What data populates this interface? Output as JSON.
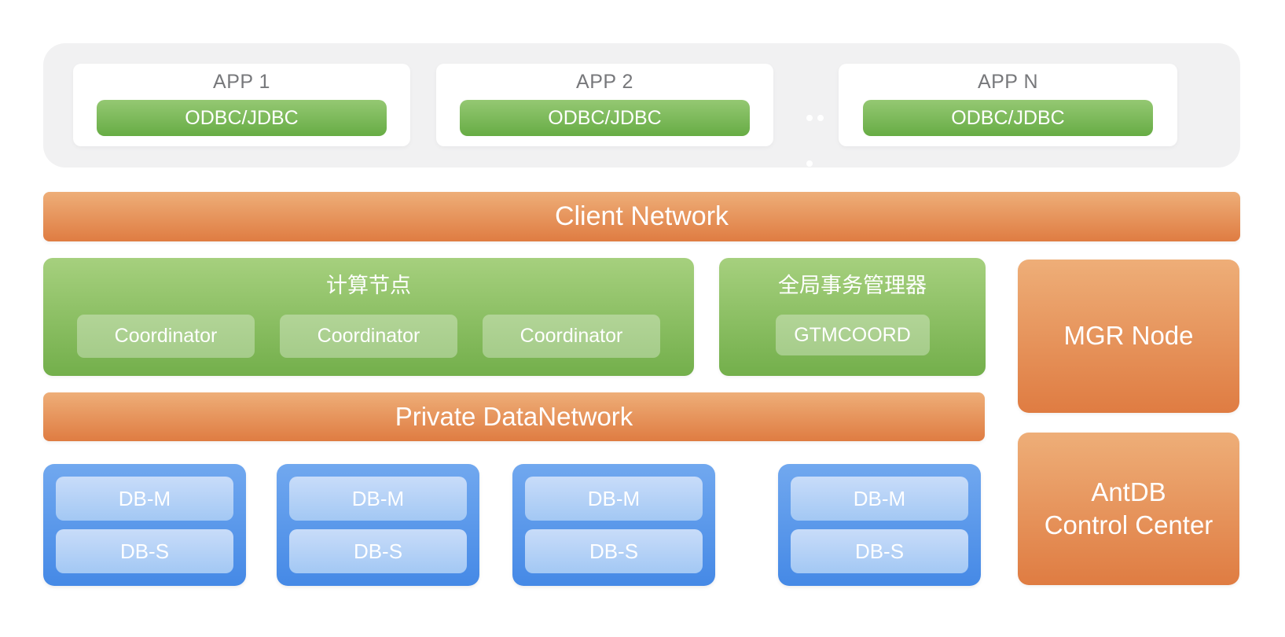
{
  "colors": {
    "page_bg": "#ffffff",
    "app_layer_bg": "#f1f1f2",
    "card_bg": "#ffffff",
    "app_title_text": "#77787b",
    "green_btn_top": "#95c873",
    "green_btn_bottom": "#67ac44",
    "green_box_top": "#a6d07e",
    "green_box_bottom": "#73af4b",
    "orange_top": "#eeae78",
    "orange_bottom": "#df7c42",
    "blue_box_top": "#71a8ef",
    "blue_box_bottom": "#4589e6",
    "blue_btn_top": "#c8dcf9",
    "blue_btn_bottom": "#a3c8f4",
    "white_text": "#ffffff"
  },
  "app_layer": {
    "apps": [
      {
        "title": "APP 1",
        "connector": "ODBC/JDBC"
      },
      {
        "title": "APP 2",
        "connector": "ODBC/JDBC"
      },
      {
        "title": "APP N",
        "connector": "ODBC/JDBC"
      }
    ]
  },
  "client_network": {
    "label": "Client Network"
  },
  "compute_node": {
    "title": "计算节点",
    "coordinators": [
      "Coordinator",
      "Coordinator",
      "Coordinator"
    ]
  },
  "gtm": {
    "title": "全局事务管理器",
    "node": "GTMCOORD"
  },
  "mgr_node": {
    "label": "MGR Node"
  },
  "control_center": {
    "line1": "AntDB",
    "line2": "Control Center"
  },
  "private_network": {
    "label": "Private DataNetwork"
  },
  "db_groups": [
    {
      "master": "DB-M",
      "standby": "DB-S"
    },
    {
      "master": "DB-M",
      "standby": "DB-S"
    },
    {
      "master": "DB-M",
      "standby": "DB-S"
    },
    {
      "master": "DB-M",
      "standby": "DB-S"
    }
  ]
}
